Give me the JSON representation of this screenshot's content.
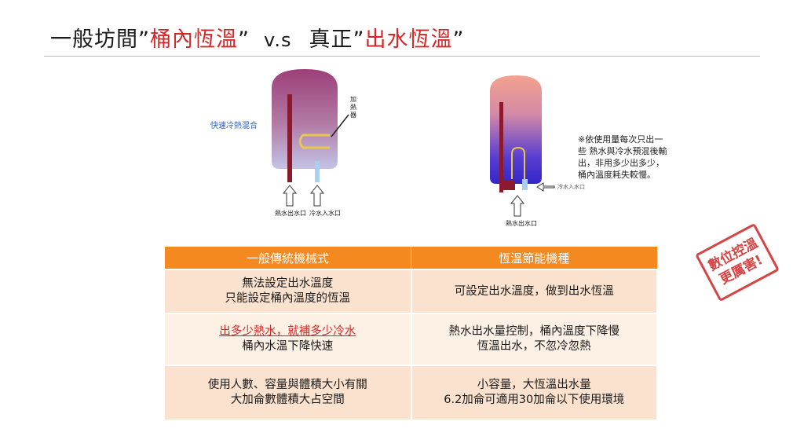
{
  "title": {
    "part1": "一般坊間”",
    "part2": "桶內恆溫",
    "part3": "”",
    "vs": "v.s",
    "part4": "真正”",
    "part5": "出水恆溫",
    "part6": "”"
  },
  "left_diagram": {
    "mix_label": "快速冷熱混合",
    "heater_label": [
      "加",
      "熱",
      "器"
    ],
    "hot_outlet": "熱水出水口",
    "cold_inlet": "冷水入水口"
  },
  "right_diagram": {
    "cold_inlet": "冷水入水口",
    "hot_outlet": "熱水出水口",
    "note": [
      "※依使用量每次只出一",
      "些 熱水與冷水預混後輸",
      "出，非用多少出多少，",
      "桶內溫度耗失較慢。"
    ]
  },
  "stamp": {
    "line1": "數位控溫",
    "line2": "更厲害!"
  },
  "table": {
    "headers": [
      "一般傳統機械式",
      "恆溫節能機種"
    ],
    "rows": [
      {
        "left": [
          "無法設定出水溫度",
          "只能設定桶內溫度的恆溫"
        ],
        "right": [
          "可設定出水溫度，做到出水恆溫"
        ]
      },
      {
        "left": [
          "出多少熱水，就補多少冷水",
          "桶內水溫下降快速"
        ],
        "right": [
          "熱水出水量控制，桶內溫度下降慢",
          "恆溫出水，不忽冷忽熱"
        ]
      },
      {
        "left": [
          "使用人數、容量與體積大小有關",
          "大加侖數體積大占空間"
        ],
        "right": [
          "小容量，大恆溫出水量",
          "6.2加侖可適用30加侖以下使用環境"
        ]
      }
    ]
  },
  "colors": {
    "accent_red": "#d62728",
    "header_orange": "#f3891f",
    "row_peach": "#fbe2cf",
    "row_light": "#fdf1e6"
  }
}
